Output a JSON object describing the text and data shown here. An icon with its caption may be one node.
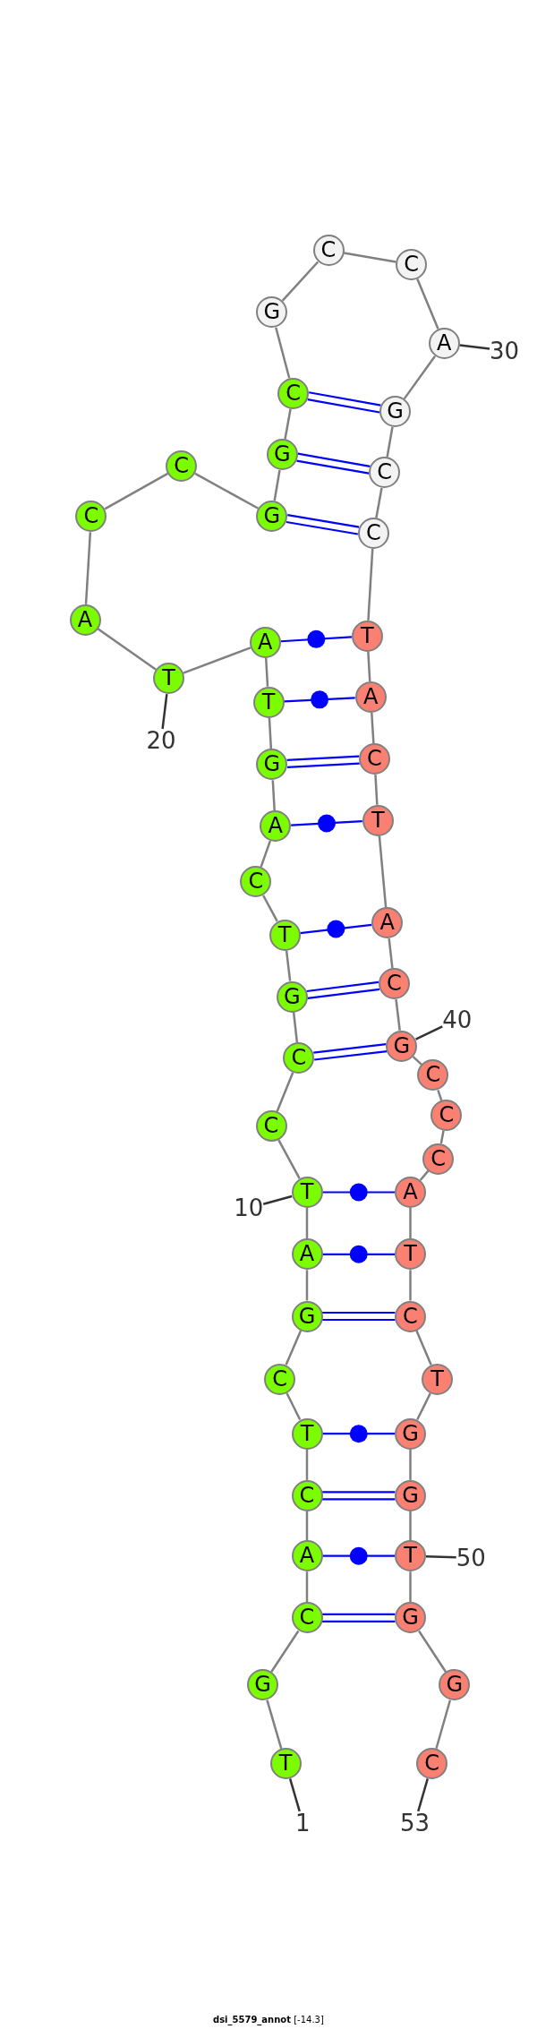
{
  "diagram": {
    "caption": "**dsi_5579_annot** [-14.3]",
    "nodes": [
      {
        "text": [
          "T"
        ]
      },
      {
        "text": [
          "G"
        ]
      },
      {
        "text": [
          "C"
        ]
      },
      {
        "text": [
          "A"
        ]
      },
      {
        "text": [
          "C"
        ]
      },
      {
        "text": [
          "T"
        ]
      },
      {
        "text": [
          "C"
        ]
      },
      {
        "text": [
          "G"
        ]
      },
      {
        "text": [
          "A"
        ]
      },
      {
        "text": [
          "T"
        ]
      },
      {
        "text": [
          "C"
        ]
      },
      {
        "text": [
          "C"
        ]
      },
      {
        "text": [
          "G"
        ]
      },
      {
        "text": [
          "T"
        ]
      },
      {
        "text": [
          "C"
        ]
      },
      {
        "text": [
          "A"
        ]
      },
      {
        "text": [
          "G"
        ]
      },
      {
        "text": [
          "T"
        ]
      },
      {
        "text": [
          "A"
        ]
      },
      {
        "text": [
          "T"
        ]
      },
      {
        "text": [
          "A"
        ]
      },
      {
        "text": [
          "C"
        ]
      },
      {
        "text": [
          "C"
        ]
      },
      {
        "text": [
          "G"
        ]
      },
      {
        "text": [
          "G"
        ]
      },
      {
        "text": [
          "C"
        ]
      },
      {
        "text": [
          "G"
        ]
      },
      {
        "text": [
          "C"
        ]
      },
      {
        "text": [
          "C"
        ]
      },
      {
        "text": [
          "A"
        ]
      },
      {
        "text": [
          "G"
        ]
      },
      {
        "text": [
          "C"
        ]
      },
      {
        "text": [
          "C"
        ]
      },
      {
        "text": [
          "T"
        ]
      },
      {
        "text": [
          "A"
        ]
      },
      {
        "text": [
          "C"
        ]
      },
      {
        "text": [
          "T"
        ]
      },
      {
        "text": [
          "A"
        ]
      },
      {
        "text": [
          "C"
        ]
      },
      {
        "text": [
          "G"
        ]
      },
      {
        "text": [
          "C"
        ]
      },
      {
        "text": [
          "C"
        ]
      },
      {
        "text": [
          "C"
        ]
      },
      {
        "text": [
          "A"
        ]
      },
      {
        "text": [
          "T"
        ]
      },
      {
        "text": [
          "C"
        ]
      },
      {
        "text": [
          "T"
        ]
      },
      {
        "text": [
          "G"
        ]
      },
      {
        "text": [
          "G"
        ]
      },
      {
        "text": [
          "T"
        ]
      },
      {
        "text": [
          "G"
        ]
      },
      {
        "text": [
          "G"
        ]
      },
      {
        "text": [
          "C"
        ]
      },
      {
        "text": [
          "1"
        ]
      },
      {
        "text": [
          "10"
        ]
      },
      {
        "text": [
          "20"
        ]
      },
      {
        "text": [
          "30"
        ]
      },
      {
        "text": [
          "40"
        ]
      },
      {
        "text": [
          "50"
        ]
      },
      {
        "text": [
          "53"
        ]
      }
    ],
    "edges": [
      {
        "from": 0,
        "to": 1,
        "arrow": "none"
      },
      {
        "from": 1,
        "to": 2,
        "arrow": "none"
      },
      {
        "from": 2,
        "to": 3,
        "arrow": "none"
      },
      {
        "from": 3,
        "to": 4,
        "arrow": "none"
      },
      {
        "from": 4,
        "to": 5,
        "arrow": "none"
      },
      {
        "from": 5,
        "to": 6,
        "arrow": "none"
      },
      {
        "from": 6,
        "to": 7,
        "arrow": "none"
      },
      {
        "from": 7,
        "to": 8,
        "arrow": "none"
      },
      {
        "from": 8,
        "to": 9,
        "arrow": "none"
      },
      {
        "from": 9,
        "to": 10,
        "arrow": "none"
      },
      {
        "from": 10,
        "to": 11,
        "arrow": "none"
      },
      {
        "from": 11,
        "to": 12,
        "arrow": "none"
      },
      {
        "from": 12,
        "to": 13,
        "arrow": "none"
      },
      {
        "from": 13,
        "to": 14,
        "arrow": "none"
      },
      {
        "from": 14,
        "to": 15,
        "arrow": "none"
      },
      {
        "from": 15,
        "to": 16,
        "arrow": "none"
      },
      {
        "from": 16,
        "to": 17,
        "arrow": "none"
      },
      {
        "from": 17,
        "to": 18,
        "arrow": "none"
      },
      {
        "from": 18,
        "to": 19,
        "arrow": "none"
      },
      {
        "from": 19,
        "to": 20,
        "arrow": "none"
      },
      {
        "from": 20,
        "to": 21,
        "arrow": "none"
      },
      {
        "from": 21,
        "to": 22,
        "arrow": "none"
      },
      {
        "from": 22,
        "to": 23,
        "arrow": "none"
      },
      {
        "from": 23,
        "to": 24,
        "arrow": "none"
      },
      {
        "from": 24,
        "to": 25,
        "arrow": "none"
      },
      {
        "from": 25,
        "to": 26,
        "arrow": "none"
      },
      {
        "from": 26,
        "to": 27,
        "arrow": "none"
      },
      {
        "from": 27,
        "to": 28,
        "arrow": "none"
      },
      {
        "from": 28,
        "to": 29,
        "arrow": "none"
      },
      {
        "from": 29,
        "to": 30,
        "arrow": "none"
      },
      {
        "from": 30,
        "to": 31,
        "arrow": "none"
      },
      {
        "from": 31,
        "to": 32,
        "arrow": "none"
      },
      {
        "from": 32,
        "to": 33,
        "arrow": "none"
      },
      {
        "from": 33,
        "to": 34,
        "arrow": "none"
      },
      {
        "from": 34,
        "to": 35,
        "arrow": "none"
      },
      {
        "from": 35,
        "to": 36,
        "arrow": "none"
      },
      {
        "from": 36,
        "to": 37,
        "arrow": "none"
      },
      {
        "from": 37,
        "to": 38,
        "arrow": "none"
      },
      {
        "from": 38,
        "to": 39,
        "arrow": "none"
      },
      {
        "from": 39,
        "to": 40,
        "arrow": "none"
      },
      {
        "from": 40,
        "to": 41,
        "arrow": "none"
      },
      {
        "from": 41,
        "to": 42,
        "arrow": "none"
      },
      {
        "from": 42,
        "to": 43,
        "arrow": "none"
      },
      {
        "from": 43,
        "to": 44,
        "arrow": "none"
      },
      {
        "from": 44,
        "to": 45,
        "arrow": "none"
      },
      {
        "from": 45,
        "to": 46,
        "arrow": "none"
      },
      {
        "from": 46,
        "to": 47,
        "arrow": "none"
      },
      {
        "from": 47,
        "to": 48,
        "arrow": "none"
      },
      {
        "from": 48,
        "to": 49,
        "arrow": "none"
      },
      {
        "from": 49,
        "to": 50,
        "arrow": "none"
      },
      {
        "from": 50,
        "to": 51,
        "arrow": "none"
      },
      {
        "from": 51,
        "to": 52,
        "arrow": "none"
      },
      {
        "from": 2,
        "to": 50,
        "arrow": "none",
        "color": "#0000ff"
      },
      {
        "from": 3,
        "to": 49,
        "arrow": "none",
        "color": "#0000ff"
      },
      {
        "from": 4,
        "to": 48,
        "arrow": "none",
        "color": "#0000ff"
      },
      {
        "from": 5,
        "to": 47,
        "arrow": "none",
        "color": "#0000ff"
      },
      {
        "from": 7,
        "to": 45,
        "arrow": "none",
        "color": "#0000ff"
      },
      {
        "from": 8,
        "to": 44,
        "arrow": "none",
        "color": "#0000ff"
      },
      {
        "from": 9,
        "to": 43,
        "arrow": "none",
        "color": "#0000ff"
      },
      {
        "from": 11,
        "to": 39,
        "arrow": "none",
        "color": "#0000ff"
      },
      {
        "from": 12,
        "to": 38,
        "arrow": "none",
        "color": "#0000ff"
      },
      {
        "from": 13,
        "to": 37,
        "arrow": "none",
        "color": "#0000ff"
      },
      {
        "from": 15,
        "to": 36,
        "arrow": "none",
        "color": "#0000ff"
      },
      {
        "from": 16,
        "to": 35,
        "arrow": "none",
        "color": "#0000ff"
      },
      {
        "from": 17,
        "to": 34,
        "arrow": "none",
        "color": "#0000ff"
      },
      {
        "from": 18,
        "to": 33,
        "arrow": "none",
        "color": "#0000ff"
      },
      {
        "from": 23,
        "to": 32,
        "arrow": "none",
        "color": "#0000ff"
      },
      {
        "from": 24,
        "to": 31,
        "arrow": "none",
        "color": "#0000ff"
      },
      {
        "from": 25,
        "to": 30,
        "arrow": "none",
        "color": "#0000ff"
      },
      {
        "from": 53,
        "to": 0,
        "arrow": "none",
        "color": "#333333"
      },
      {
        "from": 54,
        "to": 9,
        "arrow": "none",
        "color": "#333333"
      },
      {
        "from": 55,
        "to": 19,
        "arrow": "none",
        "color": "#333333"
      },
      {
        "from": 56,
        "to": 29,
        "arrow": "none",
        "color": "#333333"
      },
      {
        "from": 57,
        "to": 39,
        "arrow": "none",
        "color": "#333333"
      },
      {
        "from": 58,
        "to": 49,
        "arrow": "none",
        "color": "#333333"
      },
      {
        "from": 59,
        "to": 52,
        "arrow": "none",
        "color": "#333333"
      }
    ]
  }
}
